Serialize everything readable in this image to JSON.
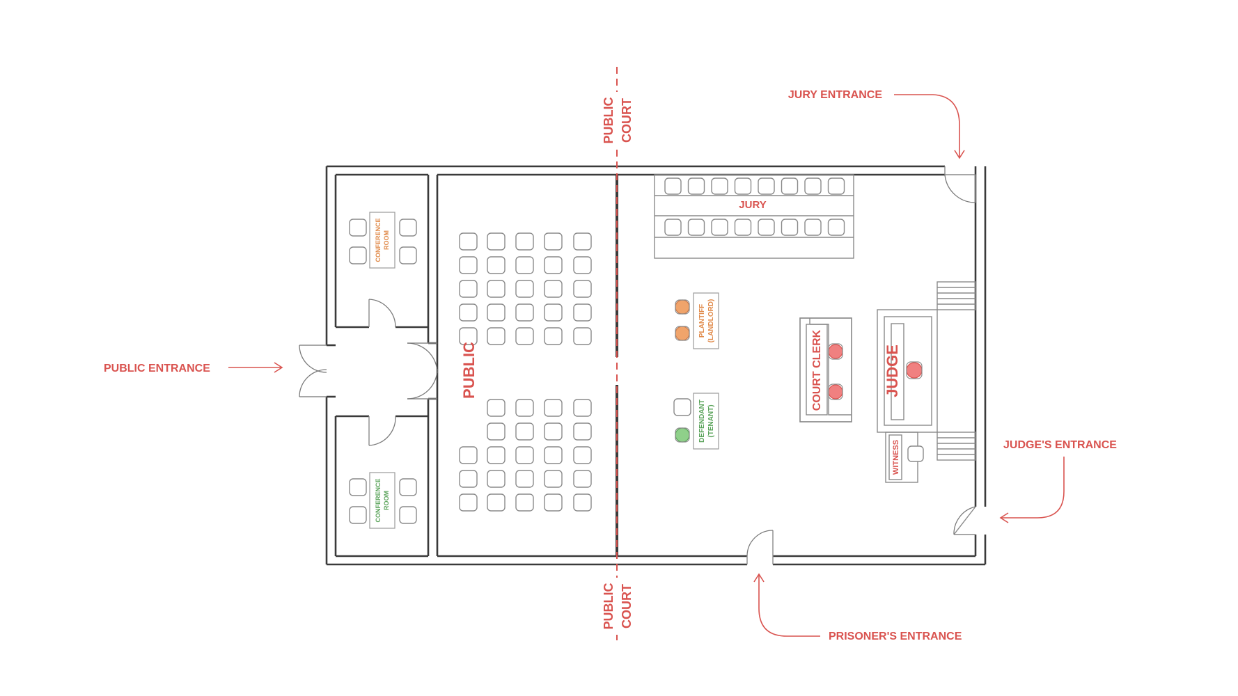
{
  "entrances": {
    "public": "PUBLIC ENTRANCE",
    "jury": "JURY ENTRANCE",
    "judge": "JUDGE'S ENTRANCE",
    "prisoner": "PRISONER'S ENTRANCE"
  },
  "divider": {
    "line1": "PUBLIC",
    "line2": "COURT"
  },
  "rooms": {
    "conference_top": {
      "line1": "CONFERENCE",
      "line2": "ROOM"
    },
    "conference_bottom": {
      "line1": "CONFERENCE",
      "line2": "ROOM"
    },
    "public": "PUBLIC",
    "jury": "JURY",
    "court_clerk": "COURT CLERK",
    "judge": "JUDGE",
    "witness": "WITNESS",
    "plaintiff": {
      "line1": "PLANTIFF",
      "line2": "(LANDLORD)"
    },
    "defendant": {
      "line1": "DEFENDANT",
      "line2": "(TENANT)"
    }
  },
  "colors": {
    "annotation": "#d9534f",
    "plaintiff": "#e08a4a",
    "defendant": "#5aa35a",
    "walls": "#3a3a3a"
  }
}
